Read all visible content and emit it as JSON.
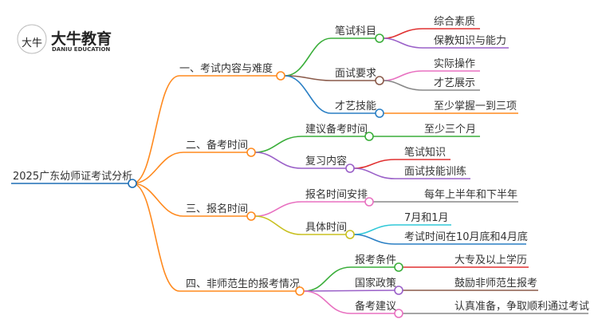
{
  "logo": {
    "name_cn": "大牛教育",
    "name_en": "DANIU EDUCATION",
    "mark": "大牛"
  },
  "root": {
    "label": "2025广东幼师证考试分析"
  },
  "branches": [
    {
      "label": "一、考试内容与难度",
      "children": [
        {
          "label": "笔试科目",
          "leaves": [
            "综合素质",
            "保教知识与能力"
          ]
        },
        {
          "label": "面试要求",
          "leaves": [
            "实际操作",
            "才艺展示"
          ]
        },
        {
          "label": "才艺技能",
          "leaves": [
            "至少掌握一到三项"
          ]
        }
      ]
    },
    {
      "label": "二、备考时间",
      "children": [
        {
          "label": "建议备考时间",
          "leaves": [
            "至少三个月"
          ]
        },
        {
          "label": "复习内容",
          "leaves": [
            "笔试知识",
            "面试技能训练"
          ]
        }
      ]
    },
    {
      "label": "三、报名时间",
      "children": [
        {
          "label": "报名时间安排",
          "leaves": [
            "每年上半年和下半年"
          ]
        },
        {
          "label": "具体时间",
          "leaves": [
            "7月和1月",
            "考试时间在10月底和4月底"
          ]
        }
      ]
    },
    {
      "label": "四、非师范生的报考情况",
      "children": [
        {
          "label": "报考条件",
          "leaves": [
            "大专及以上学历"
          ]
        },
        {
          "label": "国家政策",
          "leaves": [
            "鼓励非师范生报考"
          ]
        },
        {
          "label": "备考建议",
          "leaves": [
            "认真准备，争取顺利通过考试"
          ]
        }
      ]
    }
  ],
  "colors": {
    "root": "#1f6fb5",
    "level1": "#ff8a1f",
    "green": "#3aae3a",
    "brown": "#8a5a4a",
    "blue": "#2a7fc4",
    "red": "#e03030",
    "purple": "#9a60c8",
    "pink": "#e870c0",
    "gray": "#888888",
    "olive": "#c8c020",
    "cyan": "#30c8d8",
    "orange": "#ff8a1f"
  }
}
